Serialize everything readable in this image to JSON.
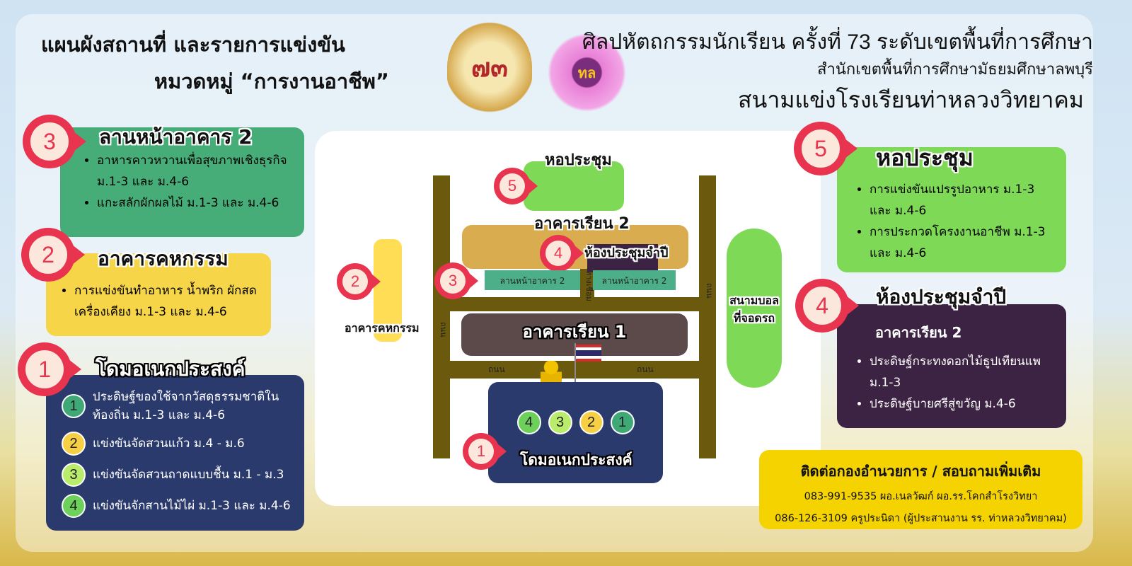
{
  "header": {
    "title_line1": "แผนผังสถานที่ และรายการแข่งขัน",
    "title_line2": "หมวดหมู่ “การงานอาชีพ”",
    "event": "ศิลปหัตถกรรมนักเรียน ครั้งที่ 73 ระดับเขตพื้นที่การศึกษา",
    "office": "สำนักเขตพื้นที่การศึกษามัธยมศึกษาลพบุรี",
    "venue": "สนามแข่งโรงเรียนท่าหลวงวิทยาคม"
  },
  "logos": {
    "event_logo_text": "๗๓",
    "school_logo_text": "ทล"
  },
  "zones": {
    "z3": {
      "num": "3",
      "title": "ลานหน้าอาคาร 2",
      "items": [
        "อาหารคาวหวานเพื่อสุขภาพเชิงธุรกิจ ม.1-3 และ ม.4-6",
        "แกะสลักผักผลไม้ ม.1-3 และ ม.4-6"
      ]
    },
    "z2": {
      "num": "2",
      "title": "อาคารคหกรรม",
      "items": [
        "การแข่งขันทำอาหาร น้ำพริก ผักสด เครื่องเคียง ม.1-3 และ ม.4-6"
      ]
    },
    "z1": {
      "num": "1",
      "title": "โดมอเนกประสงค์",
      "items": [
        {
          "n": "1",
          "text": "ประดิษฐ์ของใช้จากวัสดุธรรมชาติในท้องถิ่น ม.1-3 และ ม.4-6",
          "color": "#3fa877"
        },
        {
          "n": "2",
          "text": "แข่งขันจัดสวนแก้ว ม.4 - ม.6",
          "color": "#f6cf45"
        },
        {
          "n": "3",
          "text": "แข่งขันจัดสวนถาดแบบชื้น ม.1 - ม.3",
          "color": "#b9ec6a"
        },
        {
          "n": "4",
          "text": "แข่งขันจักสานไม้ไผ่ ม.1-3 และ ม.4-6",
          "color": "#6cd05a"
        }
      ]
    },
    "z5": {
      "num": "5",
      "title": "หอประชุม",
      "items": [
        "การแข่งขันแปรรูปอาหาร ม.1-3 และ ม.4-6",
        "การประกวดโครงงานอาชีพ ม.1-3 และ ม.4-6"
      ]
    },
    "z4": {
      "num": "4",
      "title": "ห้องประชุมจำปี",
      "subtitle": "อาคารเรียน 2",
      "items": [
        "ประดิษฐ์กระทงดอกไม้ธูปเทียนแพ ม.1-3",
        "ประดิษฐ์บายศรีสู่ขวัญ ม.4-6"
      ]
    }
  },
  "map": {
    "hall": "หอประชุม",
    "building2": "อาคารเรียน 2",
    "room": "ห้องประชุมจำปี",
    "courtyard": "ลานหน้าอาคาร 2",
    "building1": "อาคารเรียน 1",
    "home_ec": "อาคารคหกรรม",
    "field": "สนามบอล\nที่จอดรถ",
    "field1": "สนามบอล",
    "field2": "ที่จอดรถ",
    "road": "ถนน",
    "walkway": "ทางเชื่อม",
    "dome": "โดมอเนกประสงค์",
    "dome_nums": [
      "4",
      "3",
      "2",
      "1"
    ]
  },
  "contact": {
    "title": "ติดต่อกองอำนวยการ / สอบถามเพิ่มเติม",
    "line1": "083-991-9535 ผอ.เนลวัฒก์ ผอ.รร.โคกสำโรงวิทยา",
    "line2": "086-126-3109 ครูประนิดา (ผู้ประสานงาน รร. ท่าหลวงวิทยาคม)"
  }
}
